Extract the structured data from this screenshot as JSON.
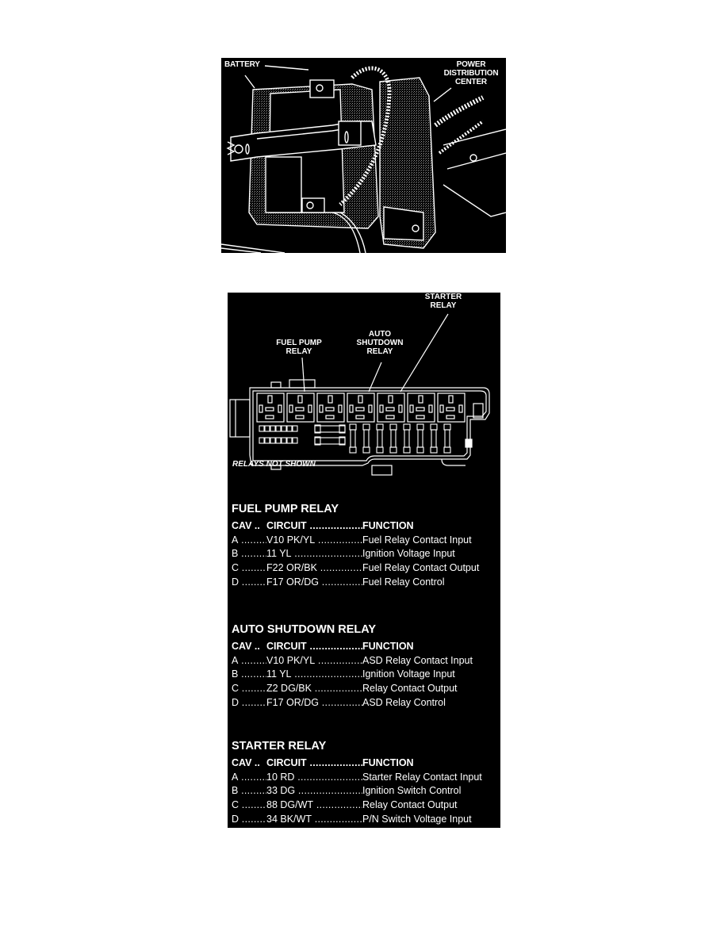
{
  "figure1": {
    "labels": {
      "battery": "BATTERY",
      "power_distribution_center": [
        "POWER",
        "DISTRIBUTION",
        "CENTER"
      ]
    }
  },
  "figure2": {
    "callouts": {
      "starter_relay": [
        "STARTER",
        "RELAY"
      ],
      "auto_shutdown_relay": [
        "AUTO",
        "SHUTDOWN",
        "RELAY"
      ],
      "fuel_pump_relay": [
        "FUEL PUMP",
        "RELAY"
      ]
    },
    "note": "RELAYS NOT SHOWN",
    "relay_slot_count": 7,
    "fuse_slot_count": 8,
    "sections": [
      {
        "title": "FUEL PUMP RELAY",
        "header": {
          "cav": "CAV ..",
          "circuit": "CIRCUIT",
          "function": "FUNCTION"
        },
        "rows": [
          {
            "cav": "A",
            "circuit": "V10 PK/YL",
            "function": "Fuel Relay Contact Input"
          },
          {
            "cav": "B",
            "circuit": "11 YL",
            "function": "Ignition Voltage Input"
          },
          {
            "cav": "C",
            "circuit": "F22 OR/BK",
            "function": "Fuel Relay Contact Output"
          },
          {
            "cav": "D",
            "circuit": "F17 OR/DG",
            "function": "Fuel Relay Control"
          }
        ]
      },
      {
        "title": "AUTO SHUTDOWN RELAY",
        "header": {
          "cav": "CAV ..",
          "circuit": "CIRCUIT",
          "function": "FUNCTION"
        },
        "rows": [
          {
            "cav": "A",
            "circuit": "V10 PK/YL",
            "function": "ASD Relay Contact Input"
          },
          {
            "cav": "B",
            "circuit": "11 YL",
            "function": "Ignition Voltage Input"
          },
          {
            "cav": "C",
            "circuit": "Z2 DG/BK",
            "function": "Relay Contact Output"
          },
          {
            "cav": "D",
            "circuit": "F17 OR/DG",
            "function": "ASD Relay Control"
          }
        ]
      },
      {
        "title": "STARTER RELAY",
        "header": {
          "cav": "CAV ..",
          "circuit": "CIRCUIT",
          "function": "FUNCTION"
        },
        "rows": [
          {
            "cav": "A",
            "circuit": "10 RD",
            "function": "Starter Relay Contact Input"
          },
          {
            "cav": "B",
            "circuit": "33 DG",
            "function": "Ignition Switch Control"
          },
          {
            "cav": "C",
            "circuit": "88 DG/WT",
            "function": "Relay Contact Output"
          },
          {
            "cav": "D",
            "circuit": "34 BK/WT",
            "function": "P/N Switch Voltage Input"
          }
        ]
      }
    ]
  },
  "colors": {
    "background": "#000000",
    "ink": "#ffffff",
    "page": "#ffffff",
    "shade": "#8a8a8a"
  }
}
